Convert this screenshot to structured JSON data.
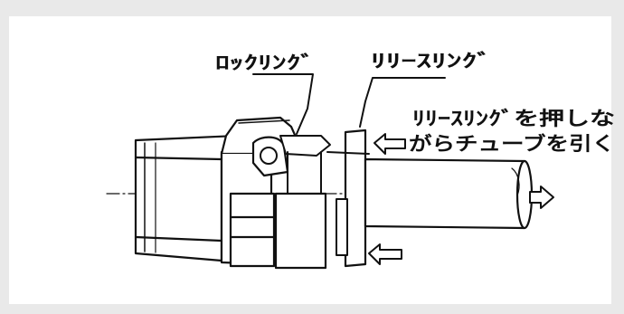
{
  "labels": {
    "lock_ring": "ﾛｯｸﾘﾝｸﾞ",
    "release_ring": "ﾘﾘｰｽﾘﾝｸﾞ",
    "instruction_line1": "ﾘﾘｰｽﾘﾝｸﾞを押しな",
    "instruction_line2": "がらチューブを引く"
  },
  "colors": {
    "ink": "#111111",
    "paper": "#ffffff",
    "scan_border": "#e9e9e9"
  }
}
